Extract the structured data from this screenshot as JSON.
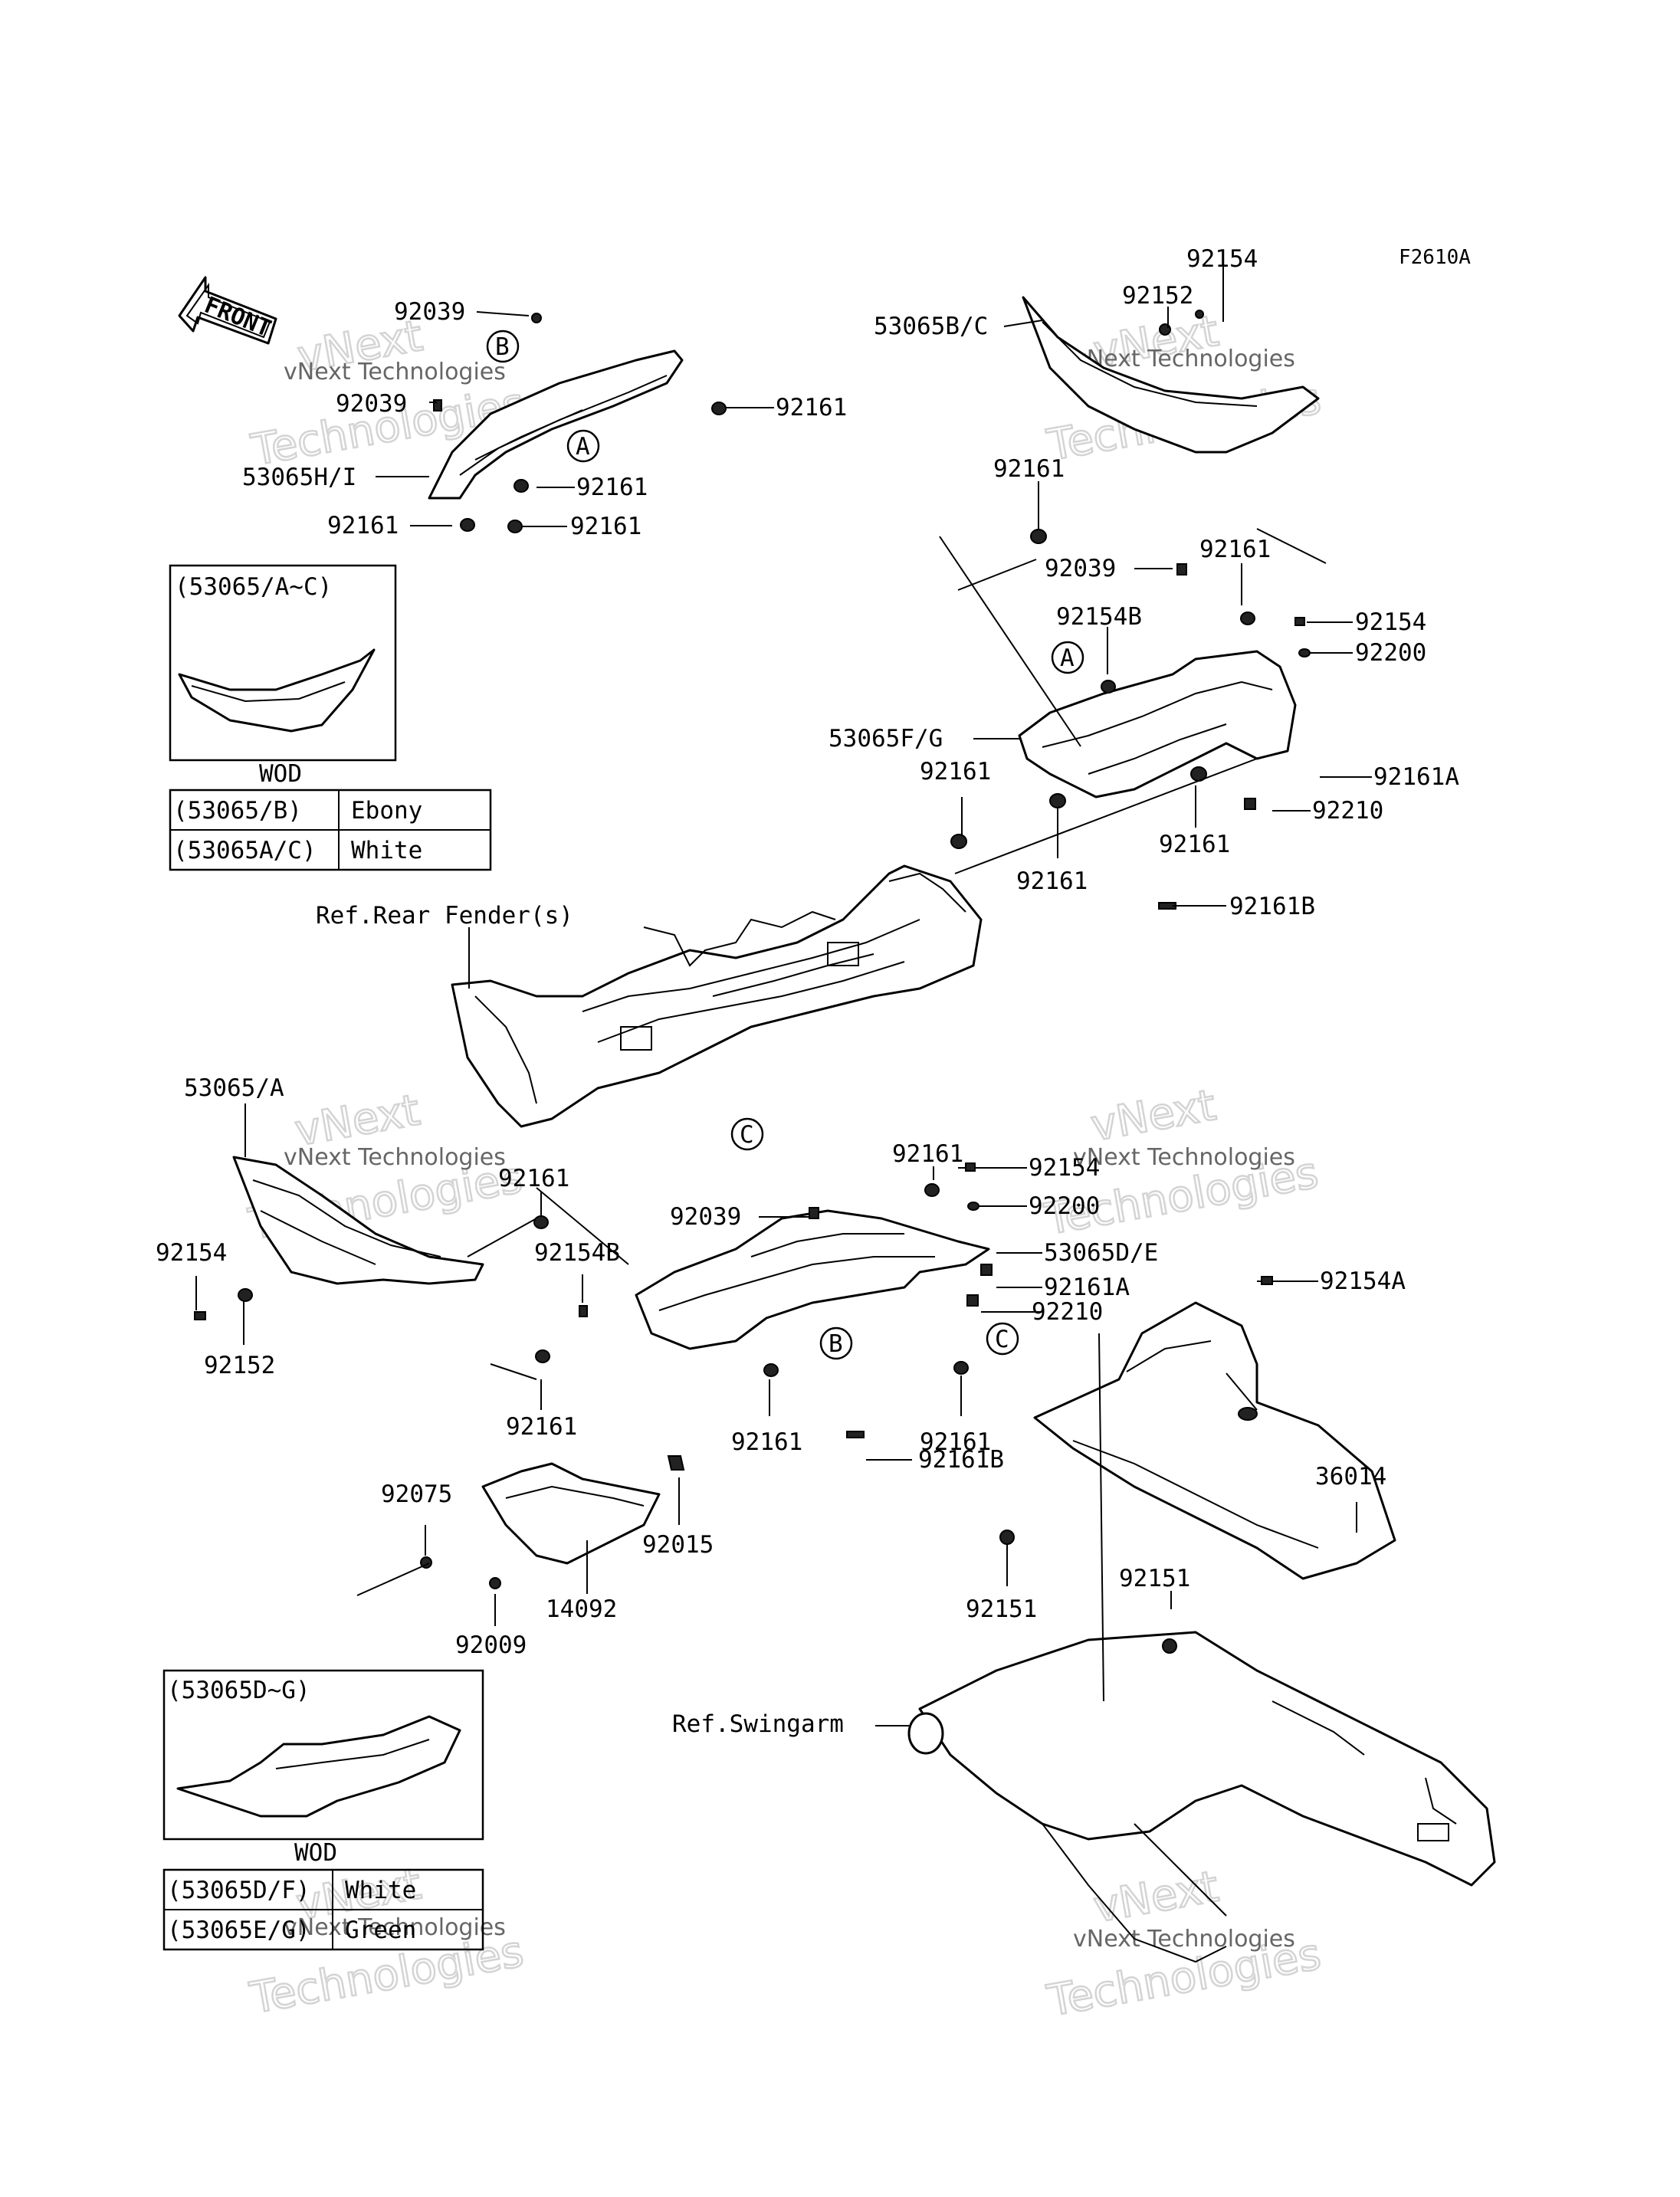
{
  "diagram_code": "F2610A",
  "front_arrow_label": "FRONT",
  "ref_labels": {
    "rear_fender": "Ref.Rear Fender(s)",
    "swingarm": "Ref.Swingarm"
  },
  "callout_letters": {
    "a": "A",
    "b": "B",
    "c": "C"
  },
  "inset_top": {
    "title": "(53065/A~C)",
    "caption": "WOD",
    "rows": [
      {
        "code": "(53065/B)",
        "color": "Ebony"
      },
      {
        "code": "(53065A/C)",
        "color": "White"
      }
    ]
  },
  "inset_bottom": {
    "title": "(53065D~G)",
    "caption": "WOD",
    "rows": [
      {
        "code": "(53065D/F)",
        "color": "White"
      },
      {
        "code": "(53065E/G)",
        "color": "Green"
      }
    ]
  },
  "parts": {
    "p92154_top": "92154",
    "p92152_top": "92152",
    "p53065BC": "53065B/C",
    "p92039_a": "92039",
    "p92039_b": "92039",
    "p92161_ur": "92161",
    "p53065HI": "53065H/I",
    "p92161_m1": "92161",
    "p92161_m2": "92161",
    "p92161_l1": "92161",
    "p92161_mid": "92161",
    "p92039_c": "92039",
    "p92161_mr": "92161",
    "p92154B_a": "92154B",
    "p92154_r": "92154",
    "p92200_r": "92200",
    "p53065FG": "53065F/G",
    "p92161A_r": "92161A",
    "p92161_c1": "92161",
    "p92210_r": "92210",
    "p92161_c2": "92161",
    "p92161_c3": "92161",
    "p92161B_r": "92161B",
    "p53065A": "53065/A",
    "p92039_d": "92039",
    "p92161_d1": "92161",
    "p92154_d": "92154",
    "p92161_d2": "92161",
    "p92200_d": "92200",
    "p53065DE": "53065D/E",
    "p92154B_b": "92154B",
    "p92154_l": "92154",
    "p92161A_d": "92161A",
    "p92154A": "92154A",
    "p92152_l": "92152",
    "p92210_d": "92210",
    "p92161_e1": "92161",
    "p92161_e2": "92161",
    "p92161_e3": "92161",
    "p92161B_d": "92161B",
    "p36014": "36014",
    "p92075": "92075",
    "p92015": "92015",
    "p14092": "14092",
    "p92009": "92009",
    "p92151_a": "92151",
    "p92151_b": "92151"
  },
  "watermark": {
    "line1": "vNext Technologies",
    "line2": "Technologies",
    "line3": "vNext"
  }
}
